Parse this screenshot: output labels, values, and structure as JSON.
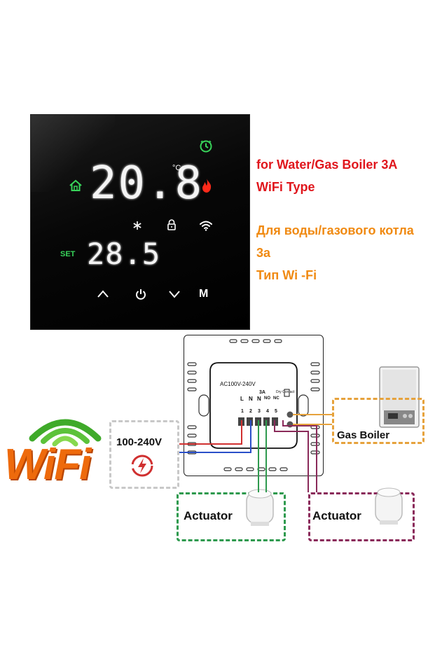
{
  "thermostat": {
    "current_temp": "20.8",
    "temp_unit": "°C",
    "set_label": "SET",
    "set_temp": "28.5",
    "mode_button_label": "M",
    "icons": [
      "clock-icon",
      "home-icon",
      "flame-icon",
      "snowflake-icon",
      "lock-icon",
      "wifi-icon",
      "up-arrow-icon",
      "power-icon",
      "down-arrow-icon"
    ],
    "accent_green": "#38d45a",
    "flame_red": "#ff2a1a"
  },
  "description": {
    "en_line1": "for Water/Gas Boiler 3A",
    "en_line2": "WiFi Type",
    "ru_line1": "Для воды/газового котла",
    "ru_line2": "3а",
    "ru_line3": "Тип Wi -Fi",
    "en_color": "#e0161c",
    "ru_color": "#f08a12"
  },
  "diagram": {
    "logo_text": "WiFi",
    "voltage_label": "100-240V",
    "board_label": "AC100V-240V",
    "relay_label": "3A",
    "dry_contact_label": "Dry Contact",
    "terminals_top": [
      "L",
      "N",
      "N",
      "NO",
      "NC"
    ],
    "terminals_num": [
      "1",
      "2",
      "3",
      "4",
      "5"
    ],
    "gas_boiler_label": "Gas Boiler",
    "actuator_left_label": "Actuator",
    "actuator_right_label": "Actuator",
    "colors": {
      "gray_box": "#c8c8c8",
      "orange_box": "#e6a23c",
      "green_box": "#2e9a4e",
      "purple_box": "#8a2a5a",
      "wire_red": "#d03030",
      "wire_blue": "#2a4fc8",
      "wire_green": "#2e9a4e",
      "wire_purple": "#8a2a5a",
      "wire_orange": "#e6a23c"
    }
  }
}
